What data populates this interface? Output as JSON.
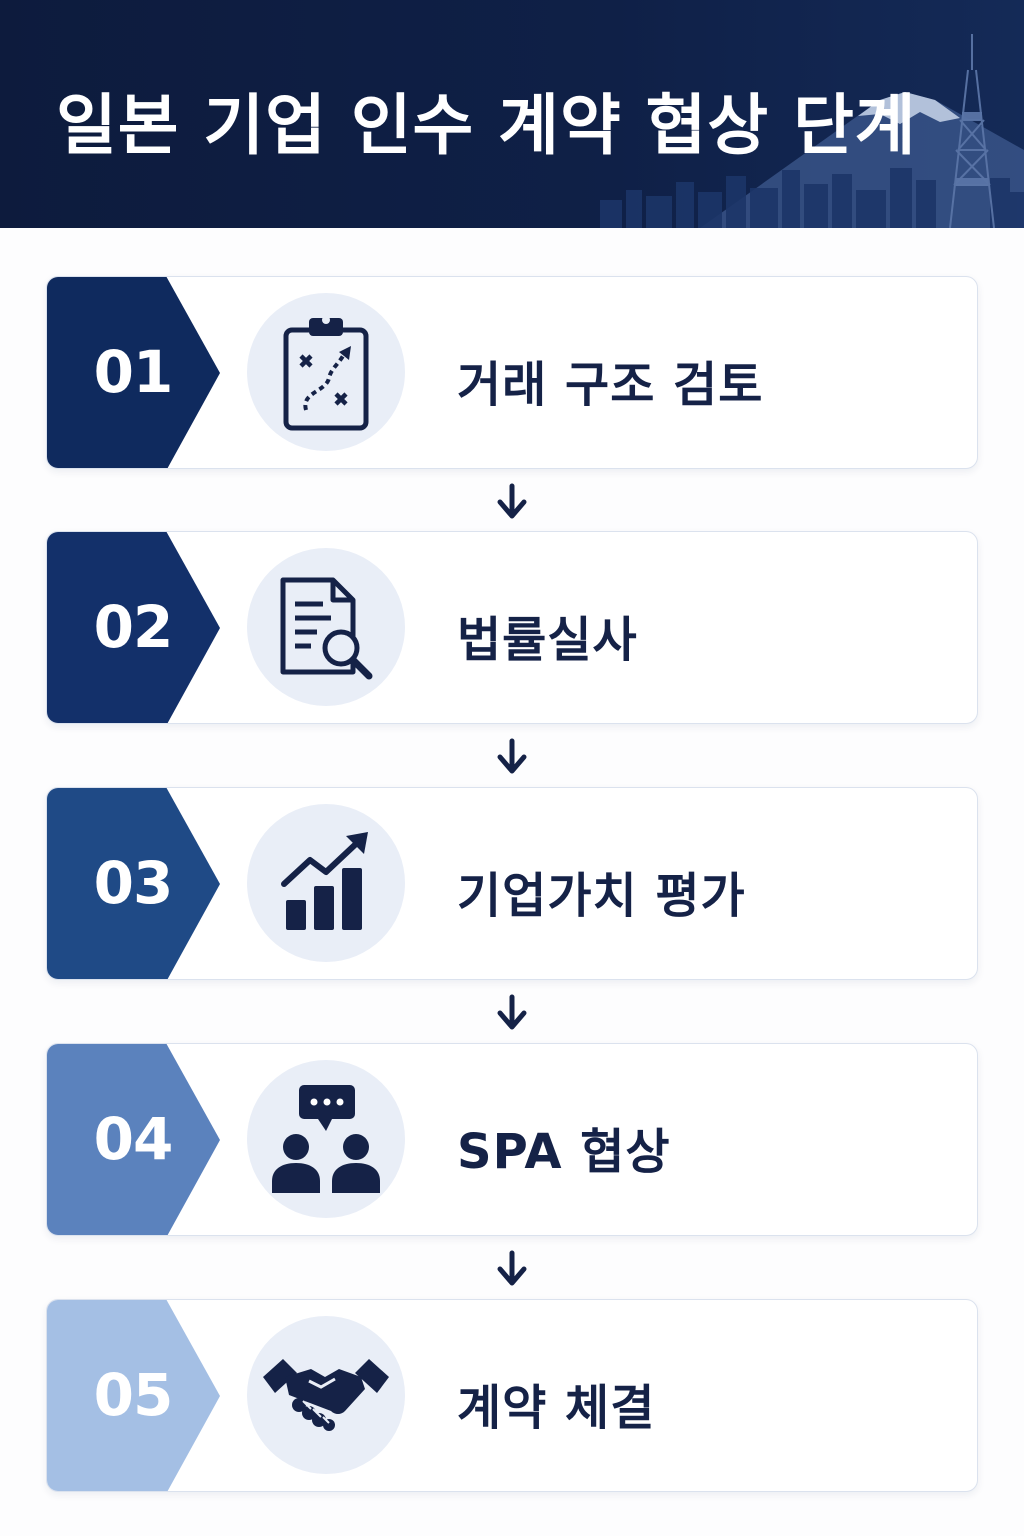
{
  "header": {
    "title": "일본 기업 인수 계약 협상 단계"
  },
  "colors": {
    "header_bg": "#0f2047",
    "step_1": "#0f2a5e",
    "step_2": "#13306a",
    "step_3": "#1f4a86",
    "step_4": "#5b82bd",
    "step_5": "#a4bfe4",
    "text_dark": "#152247",
    "icon_bg": "#e9eef7"
  },
  "steps": [
    {
      "number": "01",
      "label": "거래 구조 검토",
      "icon": "strategy-clipboard-icon",
      "color": "#0f2a5e"
    },
    {
      "number": "02",
      "label": "법률실사",
      "icon": "document-search-icon",
      "color": "#13306a"
    },
    {
      "number": "03",
      "label": "기업가치 평가",
      "icon": "growth-chart-icon",
      "color": "#1f4a86"
    },
    {
      "number": "04",
      "label": "SPA 협상",
      "icon": "negotiation-people-icon",
      "color": "#5b82bd"
    },
    {
      "number": "05",
      "label": "계약 체결",
      "icon": "handshake-icon",
      "color": "#a4bfe4"
    }
  ]
}
